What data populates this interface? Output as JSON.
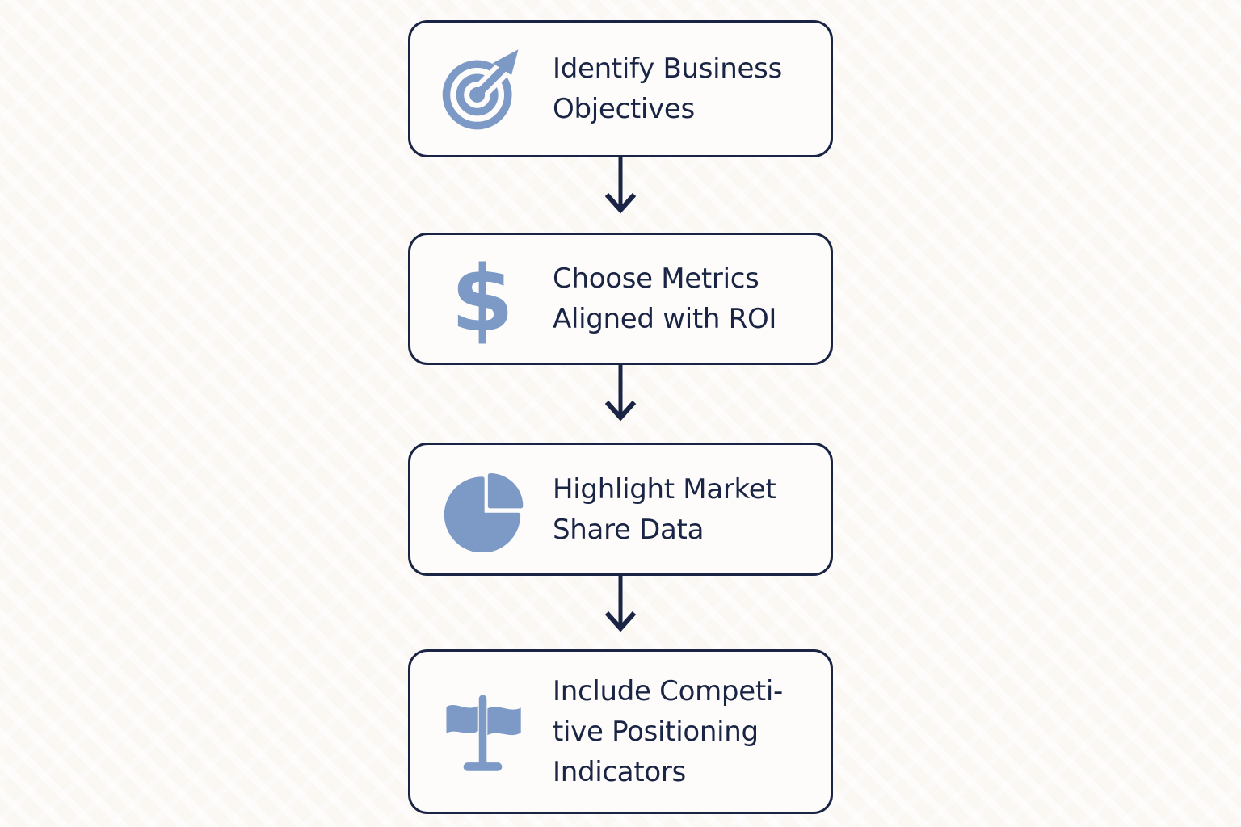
{
  "colors": {
    "bg": "#fbf8f4",
    "box_bg": "#fdfcfa",
    "ink": "#1a2444",
    "icon_blue": "#7d9ac6"
  },
  "flow": {
    "type": "vertical-flowchart",
    "steps": [
      {
        "icon": "target-icon",
        "label": "Identify Business Objectives",
        "lines": [
          "Identify Business",
          "Objectives"
        ]
      },
      {
        "icon": "dollar-sign-icon",
        "label": "Choose Metrics Aligned with ROI",
        "lines": [
          "Choose Metrics",
          "Aligned with ROI"
        ]
      },
      {
        "icon": "pie-chart-icon",
        "label": "Highlight Market Share Data",
        "lines": [
          "Highlight Market",
          "Share Data"
        ]
      },
      {
        "icon": "flags-icon",
        "label": "Include Competitive Positioning Indicators",
        "lines": [
          "Include Competi-",
          "tive Positioning",
          "Indicators"
        ]
      }
    ],
    "connector": "down-arrow"
  }
}
